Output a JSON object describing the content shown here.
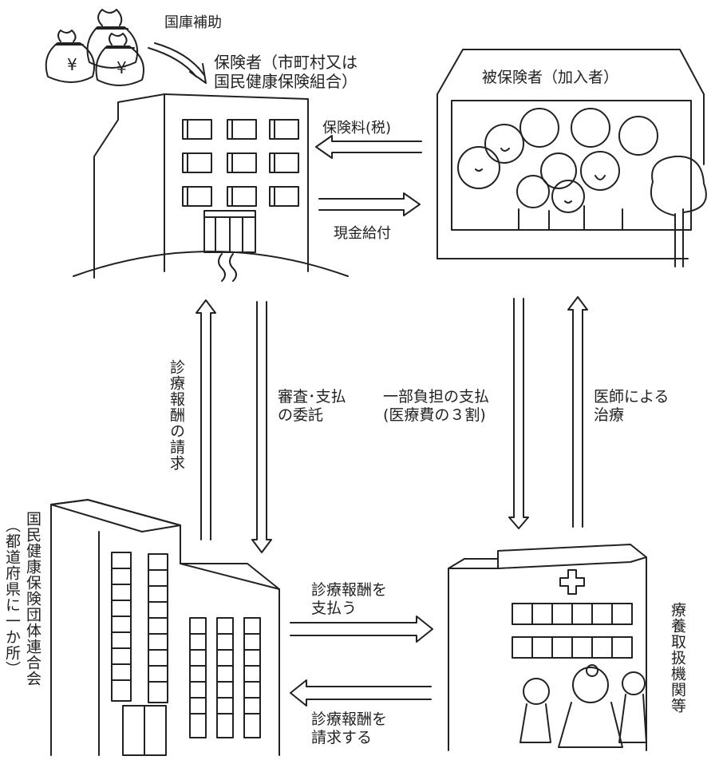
{
  "labels": {
    "subsidy": "国庫補助",
    "insurer": "保険者（市町村又は\n国民健康保険組合）",
    "insured": "被保険者（加入者）",
    "premium": "保険料(税)",
    "cash_benefit": "現金給付",
    "fee_request_vertical": "診療報酬の請求",
    "review_payment_delegation": "審査･支払\nの委託",
    "copayment": "一部負担の支払\n(医療費の３割)",
    "treatment_by_doctor": "医師による\n治療",
    "federation_vertical": "国民健康保険団体連合会",
    "federation_sub_vertical": "（都道府県に一か所）",
    "pay_fee": "診療報酬を\n支払う",
    "request_fee": "診療報酬を\n請求する",
    "medical_institution_vertical": "療養取扱機関等"
  },
  "icons": {
    "money_bag_symbol": "¥"
  },
  "colors": {
    "ink": "#222222",
    "paper": "#ffffff"
  }
}
